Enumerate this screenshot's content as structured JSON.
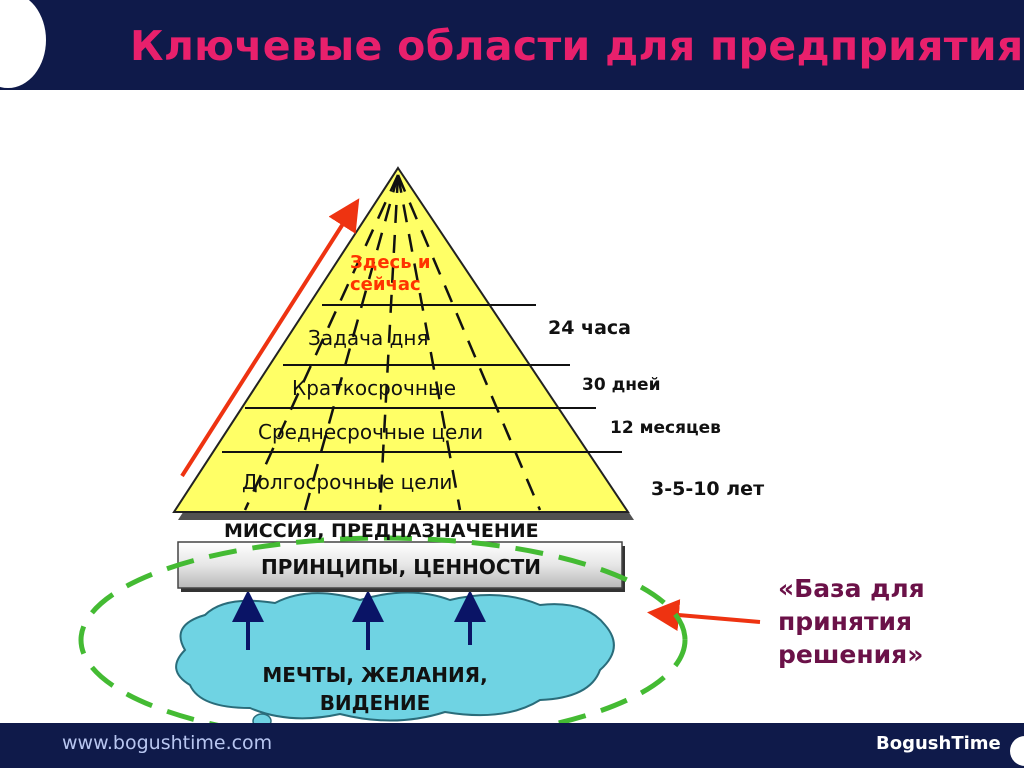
{
  "slide": {
    "title": "Ключевые области для предприятия"
  },
  "pyramid": {
    "apex_text": "Здесь и сейчас",
    "tiers": [
      {
        "label": "Задача дня",
        "horizon": "24 часа"
      },
      {
        "label": "Краткосрочные",
        "horizon": "30 дней"
      },
      {
        "label": "Среднесрочные цели",
        "horizon": "12 месяцев"
      },
      {
        "label": "Долгосрочные цели",
        "horizon": "3-5-10 лет"
      }
    ],
    "base_text": "МИССИЯ, ПРЕДНАЗНАЧЕНИЕ"
  },
  "foundation": {
    "principles": "ПРИНЦИПЫ, ЦЕННОСТИ",
    "dreams": "МЕЧТЫ, ЖЕЛАНИЯ, ВИДЕНИЕ"
  },
  "callout": {
    "text": "«База для принятия решения»"
  },
  "footer": {
    "url": "www.bogushtime.com",
    "brand": "BogushTime"
  },
  "colors": {
    "header_bg": "#0f1a4a",
    "title": "#e8206c",
    "pyramid_fill": "#ffff66",
    "cloud_fill": "#6fd3e3",
    "dashed_circle": "#44bb33",
    "arrow_red": "#ee3311",
    "arrow_navy": "#0a1466",
    "callout_text": "#6b1148"
  }
}
